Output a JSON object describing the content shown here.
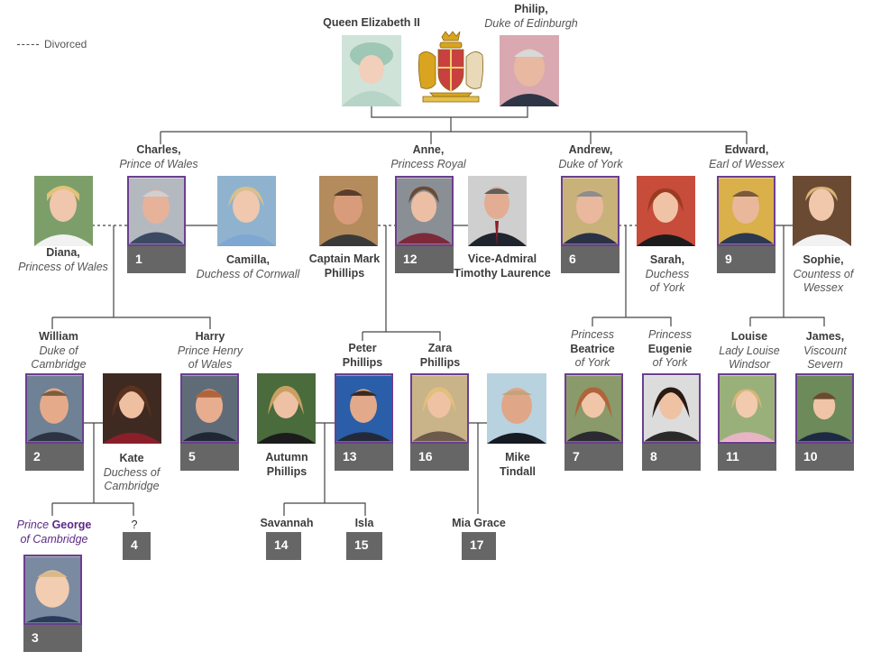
{
  "legend": {
    "divorced_label": "Divorced"
  },
  "people": {
    "queen": {
      "name": "Queen Elizabeth II",
      "title": ""
    },
    "philip": {
      "name": "Philip,",
      "title": "Duke of Edinburgh"
    },
    "charles": {
      "name": "Charles,",
      "title": "Prince of Wales",
      "number": "1"
    },
    "diana": {
      "name": "Diana,",
      "title": "Princess of Wales"
    },
    "camilla": {
      "name": "Camilla,",
      "title": "Duchess of Cornwall"
    },
    "anne": {
      "name": "Anne,",
      "title": "Princess Royal",
      "number": "12"
    },
    "mark": {
      "name": "Captain Mark",
      "name2": "Phillips"
    },
    "timothy": {
      "name": "Vice-Admiral",
      "name2": "Timothy Laurence"
    },
    "andrew": {
      "name": "Andrew,",
      "title": "Duke of York",
      "number": "6"
    },
    "sarah": {
      "name": "Sarah,",
      "title": "Duchess",
      "title2": "of York"
    },
    "edward": {
      "name": "Edward,",
      "title": "Earl of Wessex",
      "number": "9"
    },
    "sophie": {
      "name": "Sophie,",
      "title": "Countess of",
      "title2": "Wessex"
    },
    "william": {
      "name": "William",
      "title": "Duke of",
      "title2": "Cambridge",
      "number": "2"
    },
    "kate": {
      "name": "Kate",
      "title": "Duchess of",
      "title2": "Cambridge"
    },
    "harry": {
      "name": "Harry",
      "title": "Prince Henry",
      "title2": "of Wales",
      "number": "5"
    },
    "autumn": {
      "name": "Autumn",
      "name2": "Phillips"
    },
    "peter": {
      "name": "Peter",
      "name2": "Phillips",
      "number": "13"
    },
    "zara": {
      "name": "Zara",
      "name2": "Phillips",
      "number": "16"
    },
    "mike": {
      "name": "Mike",
      "name2": "Tindall"
    },
    "beatrice": {
      "title": "Princess",
      "name": "Beatrice",
      "title2": "of York",
      "number": "7"
    },
    "eugenie": {
      "title": "Princess",
      "name": "Eugenie",
      "title2": "of York",
      "number": "8"
    },
    "louise": {
      "name": "Louise",
      "title": "Lady Louise",
      "title2": "Windsor",
      "number": "11"
    },
    "james": {
      "name": "James,",
      "title": "Viscount",
      "title2": "Severn",
      "number": "10"
    },
    "george": {
      "prefix": "Prince",
      "name": "George",
      "title": "of Cambridge",
      "number": "3"
    },
    "unknown": {
      "name": "?",
      "number": "4"
    },
    "savannah": {
      "name": "Savannah",
      "number": "14"
    },
    "isla": {
      "name": "Isla",
      "number": "15"
    },
    "mia": {
      "name": "Mia Grace",
      "number": "17"
    }
  },
  "colors": {
    "line": "#444444",
    "number_box": "#666666",
    "frame": "#6b3f8f",
    "highlight": "#5b2a86"
  }
}
